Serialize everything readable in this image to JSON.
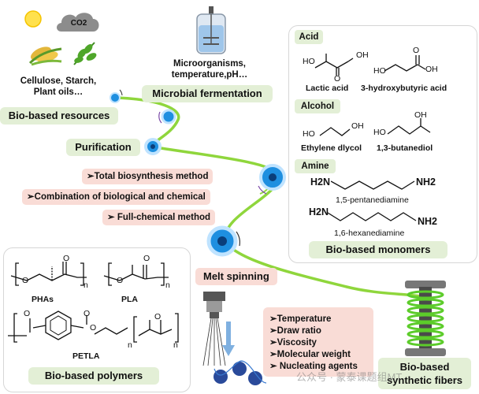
{
  "resources": {
    "co2": "CO2",
    "caption_line1": "Cellulose, Starch,",
    "caption_line2": "Plant oils…",
    "tag": "Bio-based resources",
    "icons": [
      "sun-icon",
      "cloud-co2-icon",
      "corn-icon",
      "leaf-icon"
    ]
  },
  "fermentation": {
    "caption_line1": "Microorganisms,",
    "caption_line2": "temperature,pH…",
    "tag": "Microbial fermentation",
    "icon": "bioreactor-icon"
  },
  "purification": {
    "tag": "Purification"
  },
  "methods": {
    "items": [
      "➢Total biosynthesis method",
      "➢Combination of biological and chemical",
      "➢ Full-chemical method"
    ]
  },
  "monomers": {
    "acid_header": "Acid",
    "lactic": "Lactic acid",
    "hba": "3-hydroxybutyric acid",
    "alcohol_header": "Alcohol",
    "eg": "Ethylene dlycol",
    "bdo": "1,3-butanediol",
    "amine_header": "Amine",
    "pda": "1,5-pentanediamine",
    "hda": "1,6-hexanediamine",
    "oh": "OH",
    "ho": "HO",
    "o": "O",
    "h2n": "H2N",
    "nh2": "NH2",
    "tag": "Bio-based  monomers"
  },
  "polymers": {
    "pha": "PHAs",
    "pla": "PLA",
    "petla": "PETLA",
    "o": "O",
    "n": "n",
    "tag": "Bio-based polymers"
  },
  "spinning": {
    "tag": "Melt spinning",
    "params": [
      "➢Temperature",
      "➢Draw ratio",
      "➢Viscosity",
      "➢Molecular weight",
      "➢ Nucleating agents"
    ]
  },
  "fibers": {
    "tag_line1": "Bio-based",
    "tag_line2": "synthetic fibers",
    "icon": "fiber-spool-icon"
  },
  "watermark": "公众号 · 蒙泰课题组MT",
  "colors": {
    "green_tag": "#e3efd6",
    "pink_tag": "#f9dcd6",
    "flow_line": "#8fd63c",
    "node_blue": "#1e8fe0"
  }
}
